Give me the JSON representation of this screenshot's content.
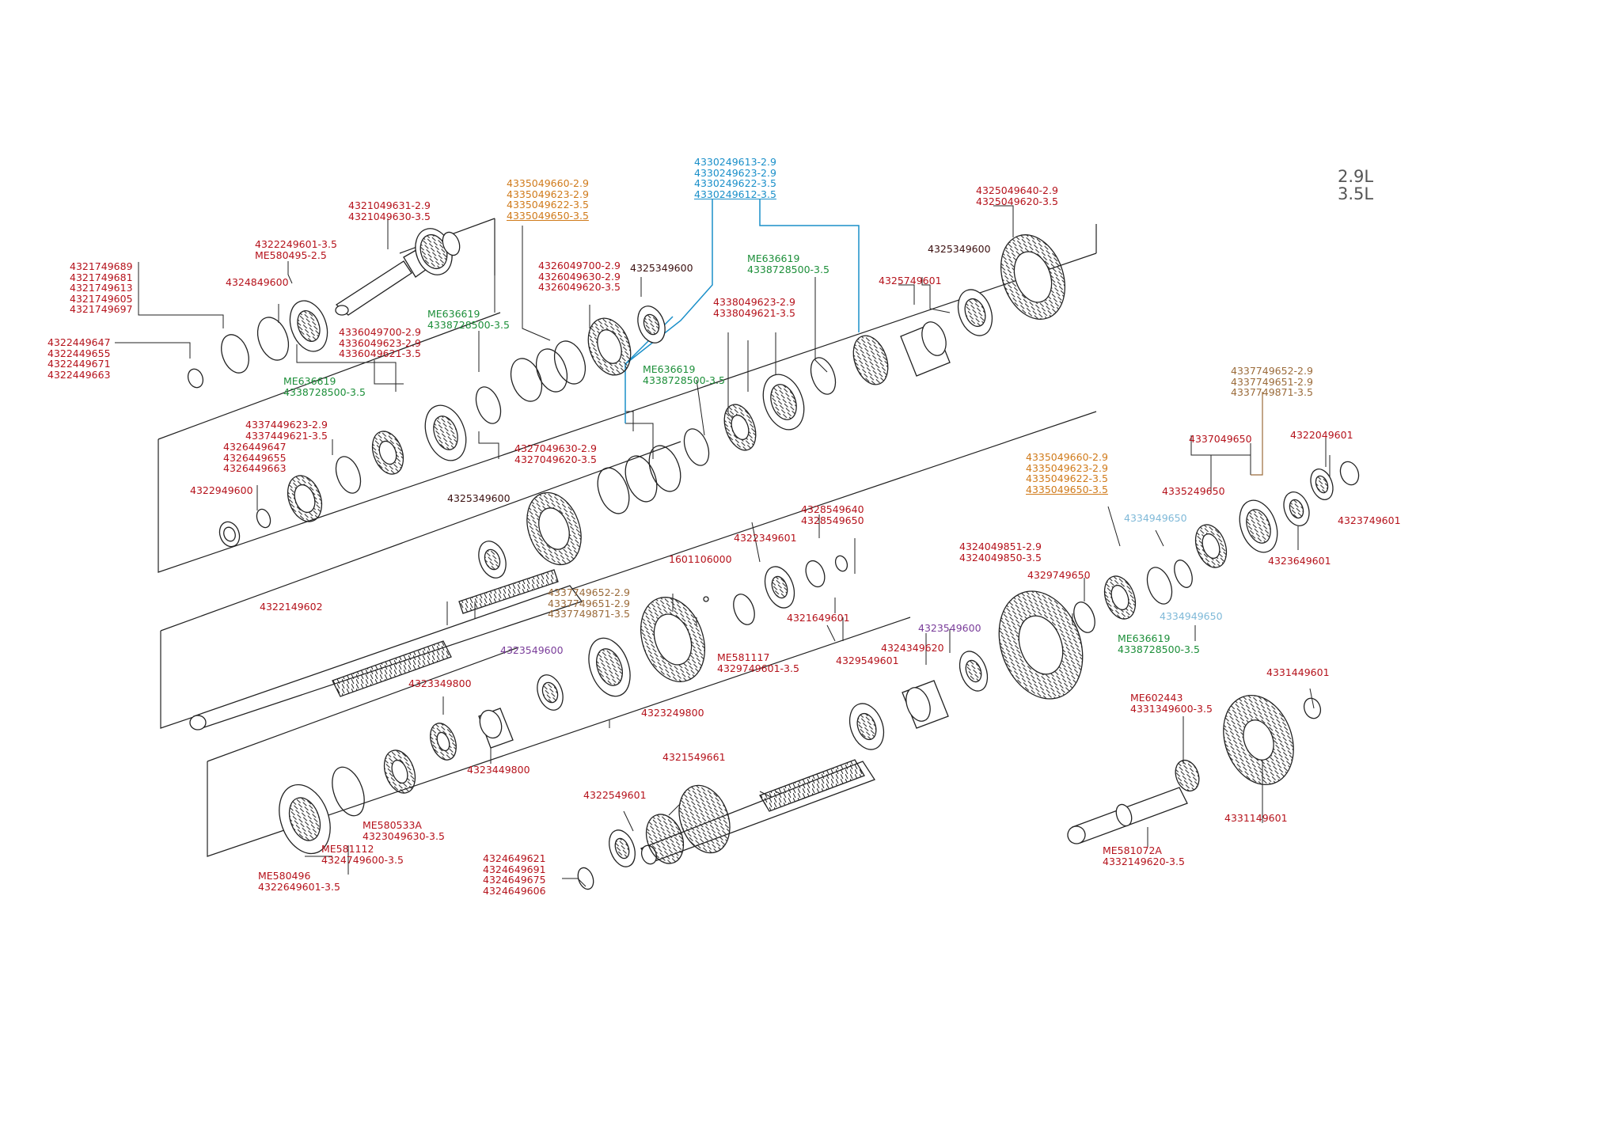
{
  "legend": {
    "line1": "2.9L",
    "line2": "3.5L"
  },
  "labels": {
    "l_4321749689": [
      "4321749689",
      "4321749681",
      "4321749613",
      "4321749605",
      "4321749697"
    ],
    "l_4322449647": [
      "4322449647",
      "4322449655",
      "4322449671",
      "4322449663"
    ],
    "l_4322249601": [
      "4322249601-3.5",
      "ME580495-2.5"
    ],
    "l_4324849600": [
      "4324849600"
    ],
    "l_4321049631": [
      "4321049631-2.9",
      "4321049630-3.5"
    ],
    "l_4335049660_a": [
      "4335049660-2.9",
      "4335049623-2.9",
      "4335049622-3.5",
      "4335049650-3.5"
    ],
    "l_4330249613": [
      "4330249613-2.9",
      "4330249623-2.9",
      "4330249622-3.5",
      "4330249612-3.5"
    ],
    "l_4325049640": [
      "4325049640-2.9",
      "4325049620-3.5"
    ],
    "l_4325349600_top": [
      "4325349600"
    ],
    "l_4326049700": [
      "4326049700-2.9",
      "4326049630-2.9",
      "4326049620-3.5"
    ],
    "l_4325349600_mid": [
      "4325349600"
    ],
    "l_me636619_a": [
      "ME636619",
      "4338728500-3.5"
    ],
    "l_me636619_b": [
      "ME636619",
      "4338728500-3.5"
    ],
    "l_4325749601": [
      "4325749601"
    ],
    "l_4336049700": [
      "4336049700-2.9",
      "4336049623-2.9",
      "4336049621-3.5"
    ],
    "l_4338049623": [
      "4338049623-2.9",
      "4338049621-3.5"
    ],
    "l_me636619_c": [
      "ME636619",
      "4338728500-3.5"
    ],
    "l_me636619_d": [
      "ME636619",
      "4338728500-3.5"
    ],
    "l_4337449623": [
      "4337449623-2.9",
      "4337449621-3.5"
    ],
    "l_4326449647": [
      "4326449647",
      "4326449655",
      "4326449663"
    ],
    "l_4327049630": [
      "4327049630-2.9",
      "4327049620-3.5"
    ],
    "l_4322949600": [
      "4322949600"
    ],
    "l_4325349600_low": [
      "4325349600"
    ],
    "l_4337749652_a": [
      "4337749652-2.9",
      "4337749651-2.9",
      "4337749871-3.5"
    ],
    "l_4337049650": [
      "4337049650"
    ],
    "l_4322049601": [
      "4322049601"
    ],
    "l_4335049660_b": [
      "4335049660-2.9",
      "4335049623-2.9",
      "4335049622-3.5",
      "4335049650-3.5"
    ],
    "l_4335249650": [
      "4335249650"
    ],
    "l_4334949650_a": [
      "4334949650"
    ],
    "l_4323749601": [
      "4323749601"
    ],
    "l_4328549640": [
      "4328549640",
      "4328549650"
    ],
    "l_4322349601": [
      "4322349601"
    ],
    "l_1601106000": [
      "1601106000"
    ],
    "l_4324049851": [
      "4324049851-2.9",
      "4324049850-3.5"
    ],
    "l_4329749650": [
      "4329749650"
    ],
    "l_4323649601": [
      "4323649601"
    ],
    "l_4322149602": [
      "4322149602"
    ],
    "l_4337749652_b": [
      "4337749652-2.9",
      "4337749651-2.9",
      "4337749871-3.5"
    ],
    "l_4321649601": [
      "4321649601"
    ],
    "l_4334949650_b": [
      "4334949650"
    ],
    "l_4323549600_a": [
      "4323549600"
    ],
    "l_4323549600_b": [
      "4323549600"
    ],
    "l_me636619_e": [
      "ME636619",
      "4338728500-3.5"
    ],
    "l_me581117": [
      "ME581117",
      "4329749601-3.5"
    ],
    "l_4324349620": [
      "4324349620"
    ],
    "l_4329549601": [
      "4329549601"
    ],
    "l_4331449601": [
      "4331449601"
    ],
    "l_4323349800": [
      "4323349800"
    ],
    "l_4323249800": [
      "4323249800"
    ],
    "l_me602443": [
      "ME602443",
      "4331349600-3.5"
    ],
    "l_4323449800": [
      "4323449800"
    ],
    "l_4321549661": [
      "4321549661"
    ],
    "l_me580533a": [
      "ME580533A",
      "4323049630-3.5"
    ],
    "l_4322549601": [
      "4322549601"
    ],
    "l_4331149601": [
      "4331149601"
    ],
    "l_me581112": [
      "ME581112",
      "4324749600-3.5"
    ],
    "l_4324649621": [
      "4324649621",
      "4324649691",
      "4324649675",
      "4324649606"
    ],
    "l_me581072a": [
      "ME581072A",
      "4332149620-3.5"
    ],
    "l_me580496": [
      "ME580496",
      "4322649601-3.5"
    ]
  }
}
